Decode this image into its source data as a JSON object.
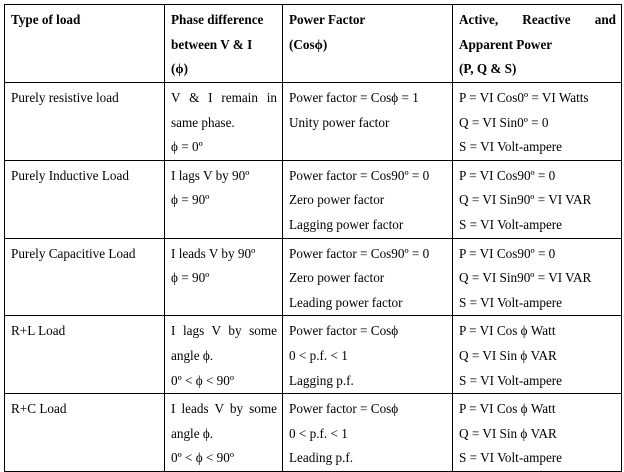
{
  "headers": {
    "type": "Type of load",
    "phase_l1": "Phase difference",
    "phase_l2": "between V & I",
    "phase_l3": "(ϕ)",
    "pf_l1": "Power Factor",
    "pf_l2": "(Cosϕ)",
    "power_l1": "Active, Reactive and",
    "power_l2": "Apparent Power",
    "power_l3": "(P, Q & S)"
  },
  "rows": [
    {
      "type": "Purely resistive load",
      "phase": [
        "V & I remain in",
        "same phase.",
        "ϕ = 0º"
      ],
      "pf": [
        "Power factor = Cosϕ = 1",
        "Unity power factor"
      ],
      "power": [
        "P = VI Cos0º = VI Watts",
        "Q = VI Sin0º = 0",
        "S = VI Volt-ampere"
      ]
    },
    {
      "type": "Purely Inductive Load",
      "phase": [
        "I lags V by 90º",
        "ϕ = 90º"
      ],
      "pf": [
        "Power factor = Cos90º = 0",
        "Zero power factor",
        "Lagging power factor"
      ],
      "power": [
        "P = VI Cos90º = 0",
        "Q = VI Sin90º = VI VAR",
        "S = VI Volt-ampere"
      ]
    },
    {
      "type": "Purely Capacitive Load",
      "phase": [
        "I leads V by 90º",
        "ϕ = 90º"
      ],
      "pf": [
        "Power factor = Cos90º = 0",
        "Zero power factor",
        "Leading power factor"
      ],
      "power": [
        "P = VI Cos90º = 0",
        "Q = VI Sin90º = VI VAR",
        "S = VI Volt-ampere"
      ]
    },
    {
      "type": "R+L Load",
      "phase": [
        "I lags V by some",
        "angle ϕ.",
        "0º < ϕ < 90º"
      ],
      "pf": [
        "Power factor = Cosϕ",
        "0 < p.f. < 1",
        "Lagging p.f."
      ],
      "power": [
        "P = VI Cos ϕ Watt",
        "Q = VI Sin ϕ VAR",
        "S = VI Volt-ampere"
      ]
    },
    {
      "type": "R+C Load",
      "phase": [
        "I leads V by some",
        "angle ϕ.",
        "0º < ϕ < 90º"
      ],
      "pf": [
        "Power factor = Cosϕ",
        "0 < p.f. < 1",
        "Leading p.f."
      ],
      "power": [
        "P = VI Cos ϕ Watt",
        "Q = VI Sin ϕ VAR",
        "S = VI Volt-ampere"
      ]
    }
  ]
}
